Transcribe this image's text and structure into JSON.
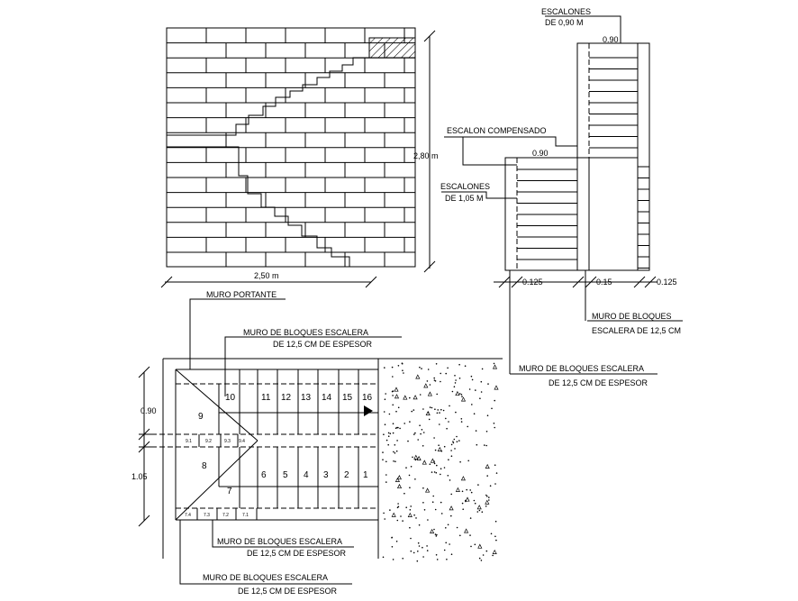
{
  "elevation": {
    "height_label": "2,80 m",
    "width_label": "2,50 m"
  },
  "section": {
    "escalones_top_line1": "ESCALONES",
    "escalones_top_line2": "DE 0,90 M",
    "top_width": "0.90",
    "compensado": "ESCALON COMPENSADO",
    "mid_width": "0.90",
    "escalones_bottom_line1": "ESCALONES",
    "escalones_bottom_line2": "DE 1,05 M",
    "dim_left": "0.125",
    "dim_mid": "0.15",
    "dim_right": "0.125",
    "muro_bloques_line1": "MURO DE BLOQUES",
    "muro_bloques_line2": "ESCALERA DE 12,5 CM",
    "muro_escalera_line1": "MURO DE BLOQUES ESCALERA",
    "muro_escalera_line2": "DE 12,5 CM DE ESPESOR"
  },
  "plan": {
    "muro_portante": "MURO PORTANTE",
    "top_label_line1": "MURO DE BLOQUES ESCALERA",
    "top_label_line2": "DE 12,5 CM DE ESPESOR",
    "bottom_label1_line1": "MURO DE BLOQUES ESCALERA",
    "bottom_label1_line2": "DE 12,5 CM DE ESPESOR",
    "bottom_label2_line1": "MURO DE BLOQUES ESCALERA",
    "bottom_label2_line2": "DE 12,5 CM DE ESPESOR",
    "dim_top": "0.90",
    "dim_bottom": "1.05",
    "steps_upper": [
      "10",
      "11",
      "12",
      "13",
      "14",
      "15",
      "16"
    ],
    "steps_lower": [
      "6",
      "5",
      "4",
      "3",
      "2",
      "1"
    ],
    "step_9": "9",
    "step_8": "8",
    "step_7": "7",
    "sub_upper": [
      "9.1",
      "9.2",
      "9.3",
      "9.4"
    ],
    "sub_lower": [
      "7.4",
      "7.3",
      "7.2",
      "7.1"
    ]
  }
}
